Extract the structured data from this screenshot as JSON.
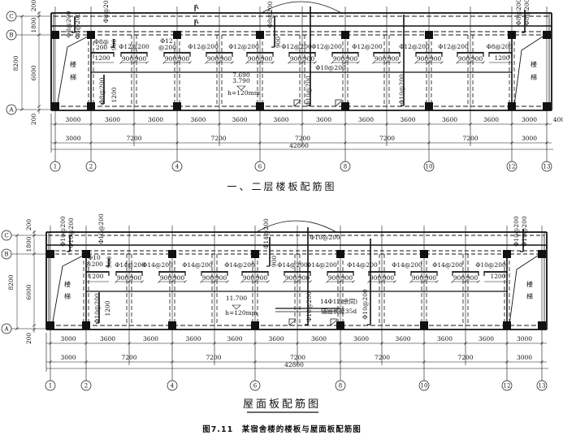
{
  "figure_caption": "图7.11　某宿舍楼的楼板与屋面板配筋图",
  "plans": [
    {
      "title": "一、二层楼板配筋图",
      "axis_rows": [
        "C",
        "B",
        "A"
      ],
      "axis_cols": [
        "1",
        "2",
        "4",
        "6",
        "8",
        "10",
        "12",
        "13"
      ],
      "dims_left": {
        "top": "200",
        "cb": "1800",
        "ba": "6000",
        "total": "8200",
        "bottom": "200"
      },
      "dims_bay": [
        "3000",
        "3600",
        "3600",
        "3600",
        "3600",
        "3600",
        "3600",
        "3600",
        "3600",
        "3600",
        "3600",
        "3000",
        "400"
      ],
      "dims_span": [
        "3000",
        "7200",
        "7200",
        "7200",
        "7200",
        "7200",
        "3000"
      ],
      "dims_total": "42800",
      "bar_span": "900",
      "labels": [
        "Φ8@200",
        "Φ8@200",
        "Φ8@200",
        "Φ8@",
        "200",
        "1200",
        "900",
        "Φ12@200",
        "Φ12",
        "@200",
        "Φ12@200",
        "Φ12@200",
        "Φ12@200",
        "Φ12@200",
        "Φ12@200",
        "Φ12@200",
        "Φ12@200",
        "Φ8@200",
        "1200",
        "Φ8@200",
        "Φ8@200",
        "Φ8@200",
        "1200",
        "Φ8@200",
        "900",
        "Φ10@200",
        "Φ10@200",
        "Φ10@200",
        "A",
        "A",
        "7.690",
        "3.790",
        "h=120mm",
        "楼",
        "梯",
        "楼",
        "梯"
      ]
    },
    {
      "title": "屋面板配筋图",
      "axis_rows": [
        "C",
        "B",
        "A"
      ],
      "axis_cols": [
        "1",
        "2",
        "4",
        "6",
        "8",
        "10",
        "12",
        "13"
      ],
      "dims_left": {
        "top": "200",
        "cb": "1800",
        "ba": "6000",
        "total": "8200",
        "bottom": "200"
      },
      "dims_bay": [
        "3000",
        "3600",
        "3600",
        "3600",
        "3600",
        "3600",
        "3600",
        "3600",
        "3600",
        "3600",
        "3600",
        "3000"
      ],
      "dims_span": [
        "3000",
        "7200",
        "7200",
        "7200",
        "7200",
        "7200",
        "3000"
      ],
      "dims_total": "42800",
      "bar_span": "900",
      "labels": [
        "Φ10@200",
        "Φ10@200",
        "Φ10@200",
        "Φ10",
        "@200",
        "1200",
        "900",
        "Φ14@200",
        "Φ14@200",
        "Φ14@200",
        "Φ14@200",
        "Φ14@200",
        "Φ14@200",
        "Φ14@200",
        "Φ14@200",
        "Φ14@200",
        "Φ10@200",
        "1200",
        "Φ10@200",
        "Φ10@200",
        "Φ14@200",
        "900",
        "Φ10@200",
        "14Φ12(余同)",
        "锚固长度35d",
        "Φ10@200",
        "Φ10@200",
        "Φ10@200",
        "1200",
        "11.700",
        "h=120mm",
        "楼",
        "梯",
        "楼",
        "梯"
      ]
    }
  ]
}
